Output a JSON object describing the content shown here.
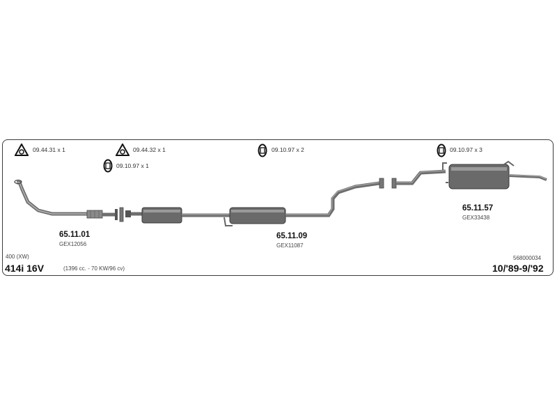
{
  "hardware": {
    "h1": {
      "code": "09.44.31",
      "qty": "x 1",
      "icon": "triangle-gasket-icon"
    },
    "h2": {
      "code": "09.44.32",
      "qty": "x 1",
      "icon": "triangle-gasket-icon"
    },
    "h3": {
      "code": "09.10.97",
      "qty": "x 1",
      "icon": "rubber-hanger-icon"
    },
    "h4": {
      "code": "09.10.97",
      "qty": "x 2",
      "icon": "rubber-hanger-icon"
    },
    "h5": {
      "code": "09.10.97",
      "qty": "x 3",
      "icon": "rubber-hanger-icon"
    }
  },
  "parts": {
    "front_pipe": {
      "number": "65.11.01",
      "ref": "GEX12056"
    },
    "middle_silencer": {
      "number": "65.11.09",
      "ref": "GEX11087"
    },
    "rear_silencer": {
      "number": "65.11.57",
      "ref": "GEX33438"
    }
  },
  "vehicle": {
    "model_series": "400 (XW)",
    "model": "414i 16V",
    "engine": "(1396 cc. - 70 KW/96 cv)",
    "catalog_number": "568000034",
    "years": "10/'89-9/'92"
  },
  "colors": {
    "pipe": "#7a7a7a",
    "pipe_dark": "#4a4a4a",
    "border": "#3a3a3a"
  }
}
